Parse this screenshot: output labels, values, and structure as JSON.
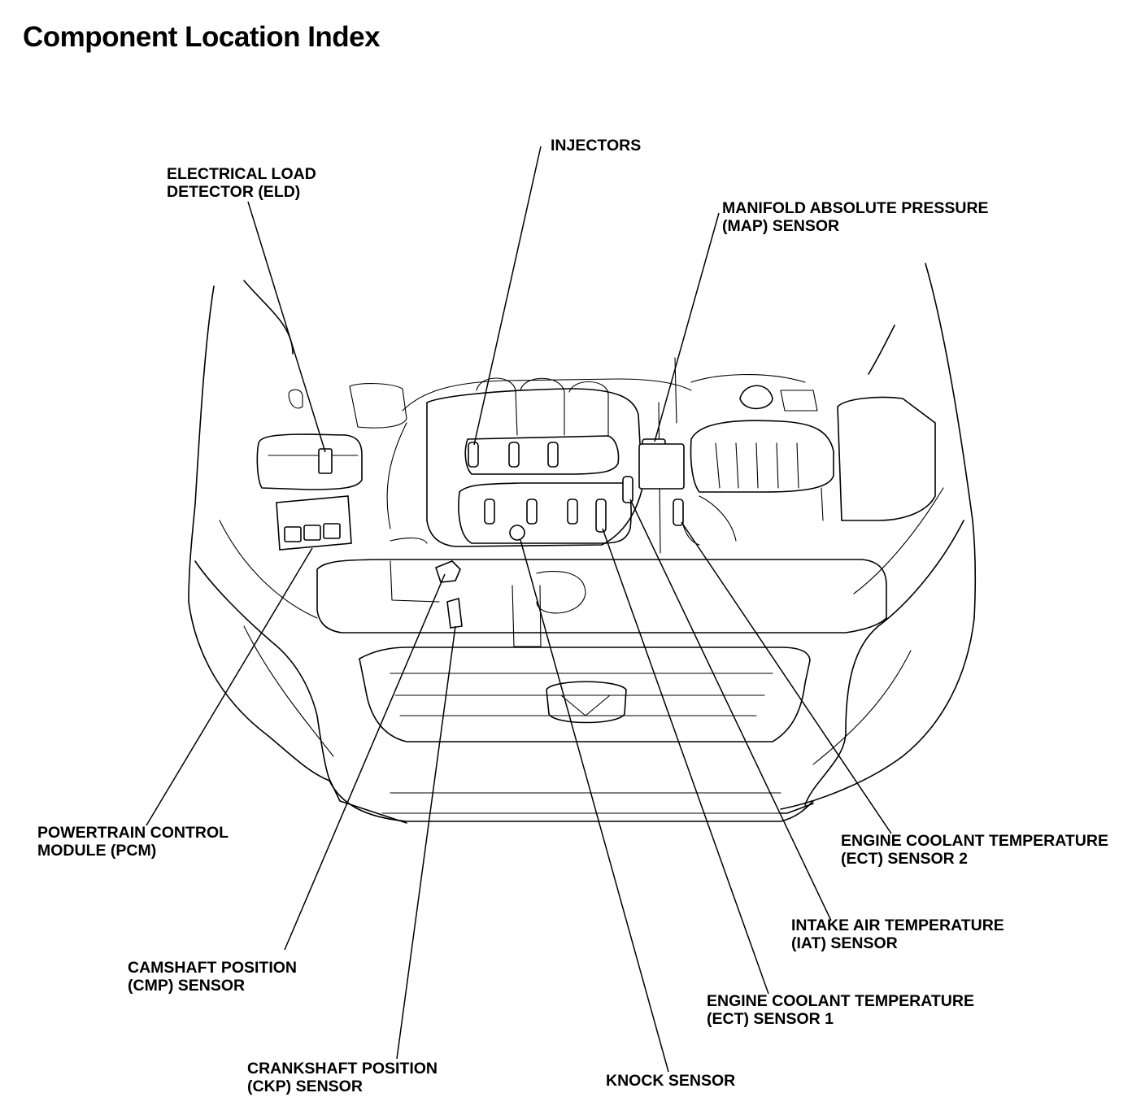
{
  "title": "Component Location Index",
  "labels": {
    "injectors": "INJECTORS",
    "eld": [
      "ELECTRICAL LOAD",
      "DETECTOR (ELD)"
    ],
    "map": [
      "MANIFOLD ABSOLUTE PRESSURE",
      "(MAP) SENSOR"
    ],
    "pcm": [
      "POWERTRAIN CONTROL",
      "MODULE (PCM)"
    ],
    "ect2": [
      "ENGINE COOLANT TEMPERATURE",
      "(ECT) SENSOR 2"
    ],
    "iat": [
      "INTAKE AIR TEMPERATURE",
      "(IAT) SENSOR"
    ],
    "cmp": [
      "CAMSHAFT POSITION",
      "(CMP) SENSOR"
    ],
    "ect1": [
      "ENGINE COOLANT TEMPERATURE",
      "(ECT) SENSOR 1"
    ],
    "ckp": [
      "CRANKSHAFT POSITION",
      "(CKP) SENSOR"
    ],
    "knock": "KNOCK SENSOR"
  }
}
